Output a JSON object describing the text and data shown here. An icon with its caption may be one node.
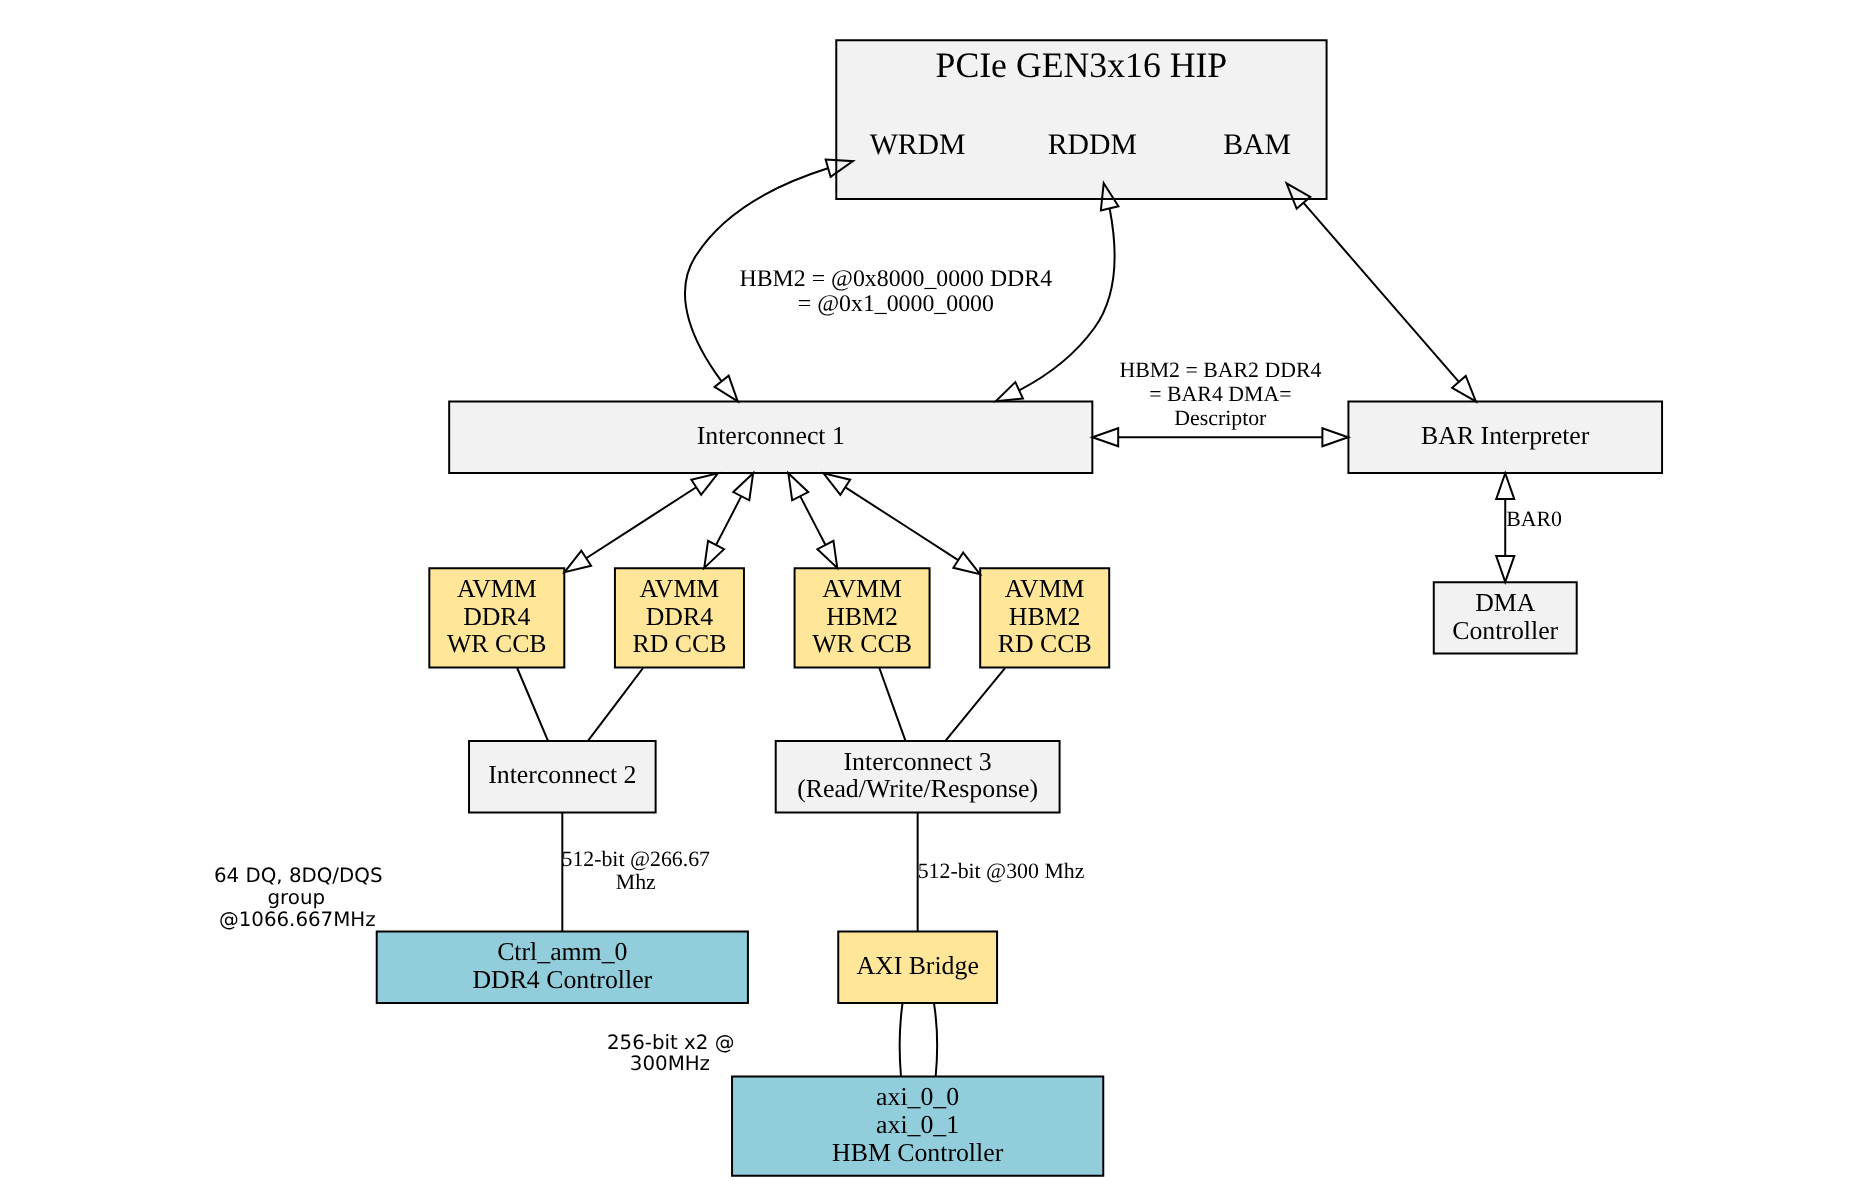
{
  "diagram": {
    "nodes": [
      {
        "text": [
          "PCIe GEN3x16 HIP"
        ]
      },
      {
        "text": [
          "WRDM"
        ],
        "in": 0
      },
      {
        "text": [
          "RDDM"
        ],
        "in": 0
      },
      {
        "text": [
          "BAM"
        ],
        "in": 0
      },
      {
        "text": [
          "Interconnect 1"
        ]
      },
      {
        "text": [
          "BAR Interpreter"
        ]
      },
      {
        "text": [
          "AVMM DDR4 WR CCB"
        ]
      },
      {
        "text": [
          "AVMM DDR4 RD CCB"
        ]
      },
      {
        "text": [
          "AVMM HBM2 WR CCB"
        ]
      },
      {
        "text": [
          "AVMM HBM2 RD CCB"
        ]
      },
      {
        "text": [
          "DMA Controller"
        ]
      },
      {
        "text": [
          "Interconnect 2"
        ]
      },
      {
        "text": [
          "Interconnect 3 (Read/Write/Response)"
        ]
      },
      {
        "text": [
          "AXI Bridge"
        ]
      },
      {
        "text": [
          "Ctrl_amm_0",
          "DDR4 Controller"
        ],
        "beside": [
          "64 DQ, 8DQ/DQS group @1066.667MHz"
        ]
      },
      {
        "text": [
          "axi_0_0",
          "axi_0_1",
          "HBM Controller"
        ],
        "beside": [
          "256-bit x2 @ 300MHz"
        ]
      }
    ],
    "edges": [
      {
        "from": 1,
        "to": 4,
        "arrow": "both"
      },
      {
        "from": 2,
        "to": 4,
        "arrow": "both"
      },
      {
        "from": 3,
        "to": 5,
        "arrow": "both"
      },
      {
        "from": 4,
        "to": 5,
        "arrow": "both",
        "label": "HBM2 = BAR2 DDR4 = BAR4 DMA= Descriptor"
      },
      {
        "from": 4,
        "to": 6,
        "arrow": "both"
      },
      {
        "from": 4,
        "to": 7,
        "arrow": "both"
      },
      {
        "from": 4,
        "to": 8,
        "arrow": "both"
      },
      {
        "from": 4,
        "to": 9,
        "arrow": "both"
      },
      {
        "from": 5,
        "to": 10,
        "arrow": "both",
        "label": "BAR0"
      },
      {
        "from": 6,
        "to": 11,
        "arrow": "none"
      },
      {
        "from": 7,
        "to": 11,
        "arrow": "none"
      },
      {
        "from": 8,
        "to": 12,
        "arrow": "none"
      },
      {
        "from": 9,
        "to": 12,
        "arrow": "none"
      },
      {
        "from": 11,
        "to": 14,
        "arrow": "none",
        "label": "512-bit @266.67 Mhz"
      },
      {
        "from": 12,
        "to": 13,
        "arrow": "none",
        "label": "512-bit @300 Mhz"
      },
      {
        "from": 13,
        "to": 15,
        "arrow": "none"
      },
      {
        "from": 13,
        "to": 15,
        "arrow": "none"
      }
    ],
    "labels": [
      "HBM2 = @0x8000_0000 DDR4 = @0x1_0000_0000"
    ]
  }
}
